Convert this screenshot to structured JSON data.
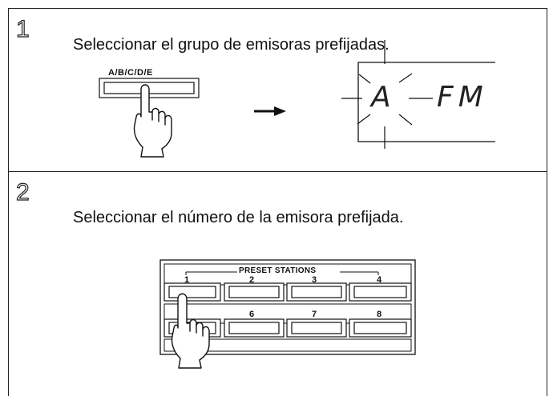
{
  "steps": [
    {
      "number": "1",
      "instruction": "Seleccionar el grupo de emisoras prefijadas.",
      "button_label": "A/B/C/D/E",
      "display_segment_a": "A",
      "display_segment_b": "FM",
      "icons": [
        "hand-pointer-icon",
        "arrow-right-icon",
        "blink-rays-icon"
      ]
    },
    {
      "number": "2",
      "instruction": "Seleccionar el número de la emisora prefijada.",
      "panel_title": "PRESET STATIONS",
      "top_numbers": [
        "1",
        "2",
        "3",
        "4"
      ],
      "bottom_numbers": [
        "6",
        "7",
        "8"
      ],
      "icons": [
        "hand-pointer-icon"
      ]
    }
  ]
}
